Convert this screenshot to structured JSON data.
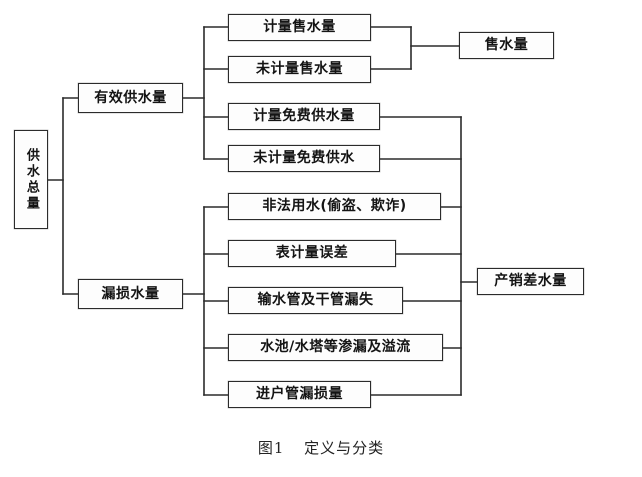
{
  "figure": {
    "caption_label": "图1",
    "caption_title": "定义与分类",
    "background_color": "#ffffff",
    "line_color": "#2b2b2b",
    "text_color": "#141414"
  },
  "nodes": {
    "total_supply": "供水总量",
    "effective_supply": "有效供水量",
    "loss_water": "漏损水量",
    "metered_sold": "计量售水量",
    "unmetered_sold": "未计量售水量",
    "metered_free": "计量免费供水量",
    "unmetered_free": "未计量免费供水",
    "illegal_use": "非法用水(偷盗、欺诈)",
    "meter_error": "表计量误差",
    "main_pipe_leak": "输水管及干管漏失",
    "tank_tower_leak": "水池/水塔等渗漏及溢流",
    "service_pipe_loss": "进户管漏损量",
    "sold_water": "售水量",
    "nrw_water": "产销差水量"
  },
  "structure": {
    "level1": [
      "effective_supply",
      "loss_water"
    ],
    "effective_children": [
      "metered_sold",
      "unmetered_sold",
      "metered_free",
      "unmetered_free"
    ],
    "loss_children": [
      "illegal_use",
      "meter_error",
      "main_pipe_leak",
      "tank_tower_leak",
      "service_pipe_loss"
    ],
    "merges_to_sold_water": [
      "metered_sold",
      "unmetered_sold"
    ],
    "merges_to_nrw": [
      "metered_free",
      "unmetered_free",
      "illegal_use",
      "meter_error",
      "main_pipe_leak",
      "tank_tower_leak",
      "service_pipe_loss"
    ]
  }
}
